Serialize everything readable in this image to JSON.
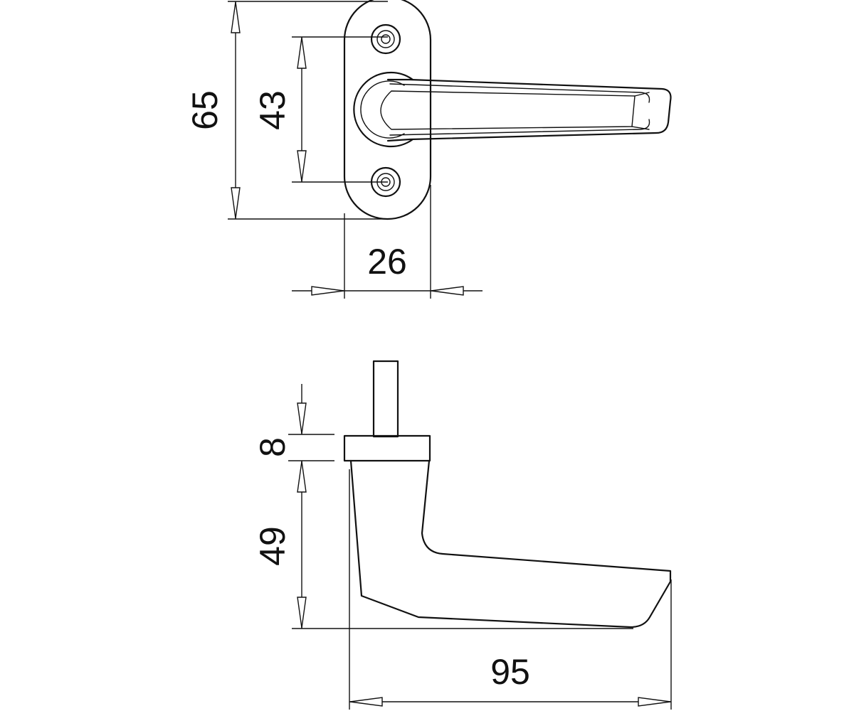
{
  "dimensions": {
    "overall_height": "65",
    "hole_spacing": "43",
    "rose_width": "26",
    "rose_thickness": "8",
    "handle_height": "49",
    "handle_length": "95"
  }
}
